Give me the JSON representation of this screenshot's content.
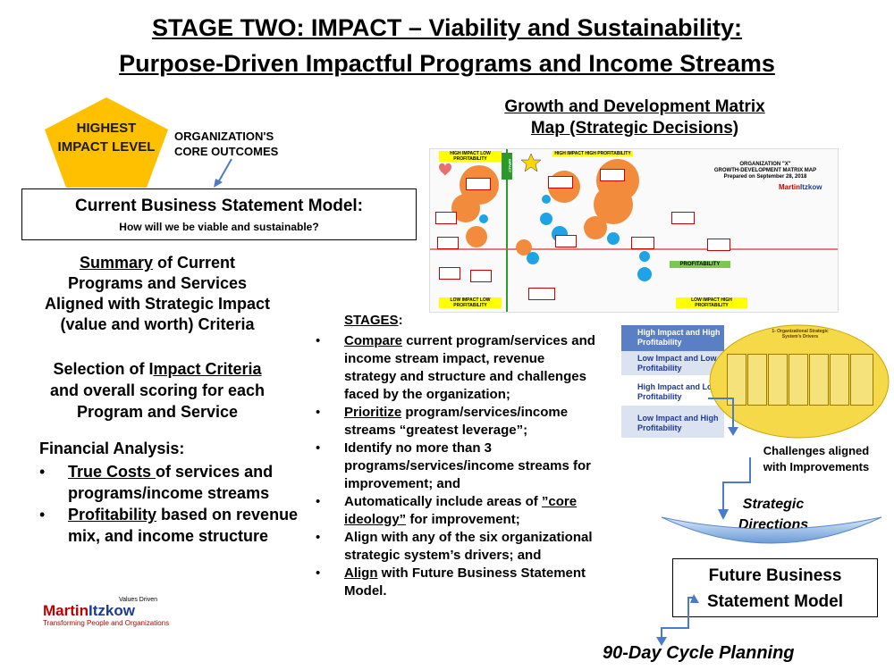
{
  "header": {
    "title_line1": "STAGE TWO:  IMPACT – Viability and Sustainability:",
    "title_line2": "Purpose-Driven Impactful Programs and Income Streams"
  },
  "pentagon": {
    "line1": "HIGHEST",
    "line2": "IMPACT LEVEL"
  },
  "core_outcomes": {
    "line1": "ORGANIZATION'S",
    "line2": "CORE OUTCOMES"
  },
  "current_model": {
    "title": "Current Business Statement Model:",
    "subtitle": "How will we be viable and sustainable?"
  },
  "summary": {
    "underlined": "Summary",
    "line1_rest": " of Current",
    "line2": "Programs and Services",
    "line3": "Aligned with Strategic Impact",
    "line4": "(value and worth) Criteria"
  },
  "selection": {
    "prefix": "Selection of I",
    "underlined": "mpact Criteria",
    "line2": "and overall scoring for each",
    "line3": "Program and Service"
  },
  "financial": {
    "heading": "Financial Analysis:",
    "items": [
      {
        "underlined": "True Costs ",
        "rest": "of services and programs/income streams"
      },
      {
        "underlined": "Profitability",
        "rest": " based on revenue mix, and income structure"
      }
    ]
  },
  "logo": {
    "tagline_top": "Values Driven",
    "name_a": "Martin",
    "name_b": "Itzkow",
    "tagline": "Transforming People and Organizations"
  },
  "matrix_map": {
    "title_line1": "Growth and Development Matrix",
    "title_line2": "Map (Strategic Decisions)",
    "inner_title1": "ORGANIZATION \"X\"",
    "inner_title2": "GROWTH-DEVELOPMENT MATRIX MAP",
    "inner_title3": "Prepared on September 28, 2018",
    "quad_tl": "HIGH IMPACT LOW PROFITABILITY",
    "quad_tr": "HIGH IMPACT HIGH PROFITABILITY",
    "quad_bl": "LOW IMPACT LOW PROFITABILITY",
    "quad_br": "LOW IMPACT HIGH PROFITABILITY",
    "axis_x": "PROFITABILITY",
    "axis_y": "IMPACT",
    "logo_a": "Martin",
    "logo_b": "Itzkow"
  },
  "stages": {
    "heading": "STAGES",
    "items": [
      {
        "underlined": "Compare",
        "rest": " current program/services and income stream impact, revenue strategy and structure and challenges faced by the organization;"
      },
      {
        "underlined": "Prioritize",
        "rest": " program/services/income streams “greatest leverage”;"
      },
      {
        "underlined": "",
        "rest": "Identify no more than 3 programs/services/income streams for improvement; and"
      },
      {
        "underlined": "",
        "rest": "Automatically include areas of ",
        "underlined2": "”core ideology”",
        "rest2": " for improvement;"
      },
      {
        "underlined": "",
        "rest": "Align with any of the six organizational strategic system’s drivers; and"
      },
      {
        "underlined": "Align",
        "rest": " with Future Business Statement Model."
      }
    ]
  },
  "impact_matrix": {
    "rows": [
      "High Impact and High Profitability",
      "Low Impact and Low Profitability",
      "High Impact and Low Profitability",
      "Low Impact and High Profitability"
    ],
    "drivers_title": "1- Organizational Strategic System's Drivers"
  },
  "challenges": {
    "line1": "Challenges aligned",
    "line2": "with Improvements"
  },
  "strategic": {
    "line1": "Strategic",
    "line2": "Directions"
  },
  "future_model": {
    "line1": "Future Business",
    "line2": "Statement Model"
  },
  "cycle": "90-Day Cycle Planning",
  "colors": {
    "pentagon": "#ffc000",
    "bubble_orange": "#f28c3c",
    "bubble_blue": "#1ea3e6",
    "row_blue": "#5b7fc4",
    "row_light": "#dce3f0",
    "oval": "#f5d949",
    "bowl": "#8db4e2"
  }
}
